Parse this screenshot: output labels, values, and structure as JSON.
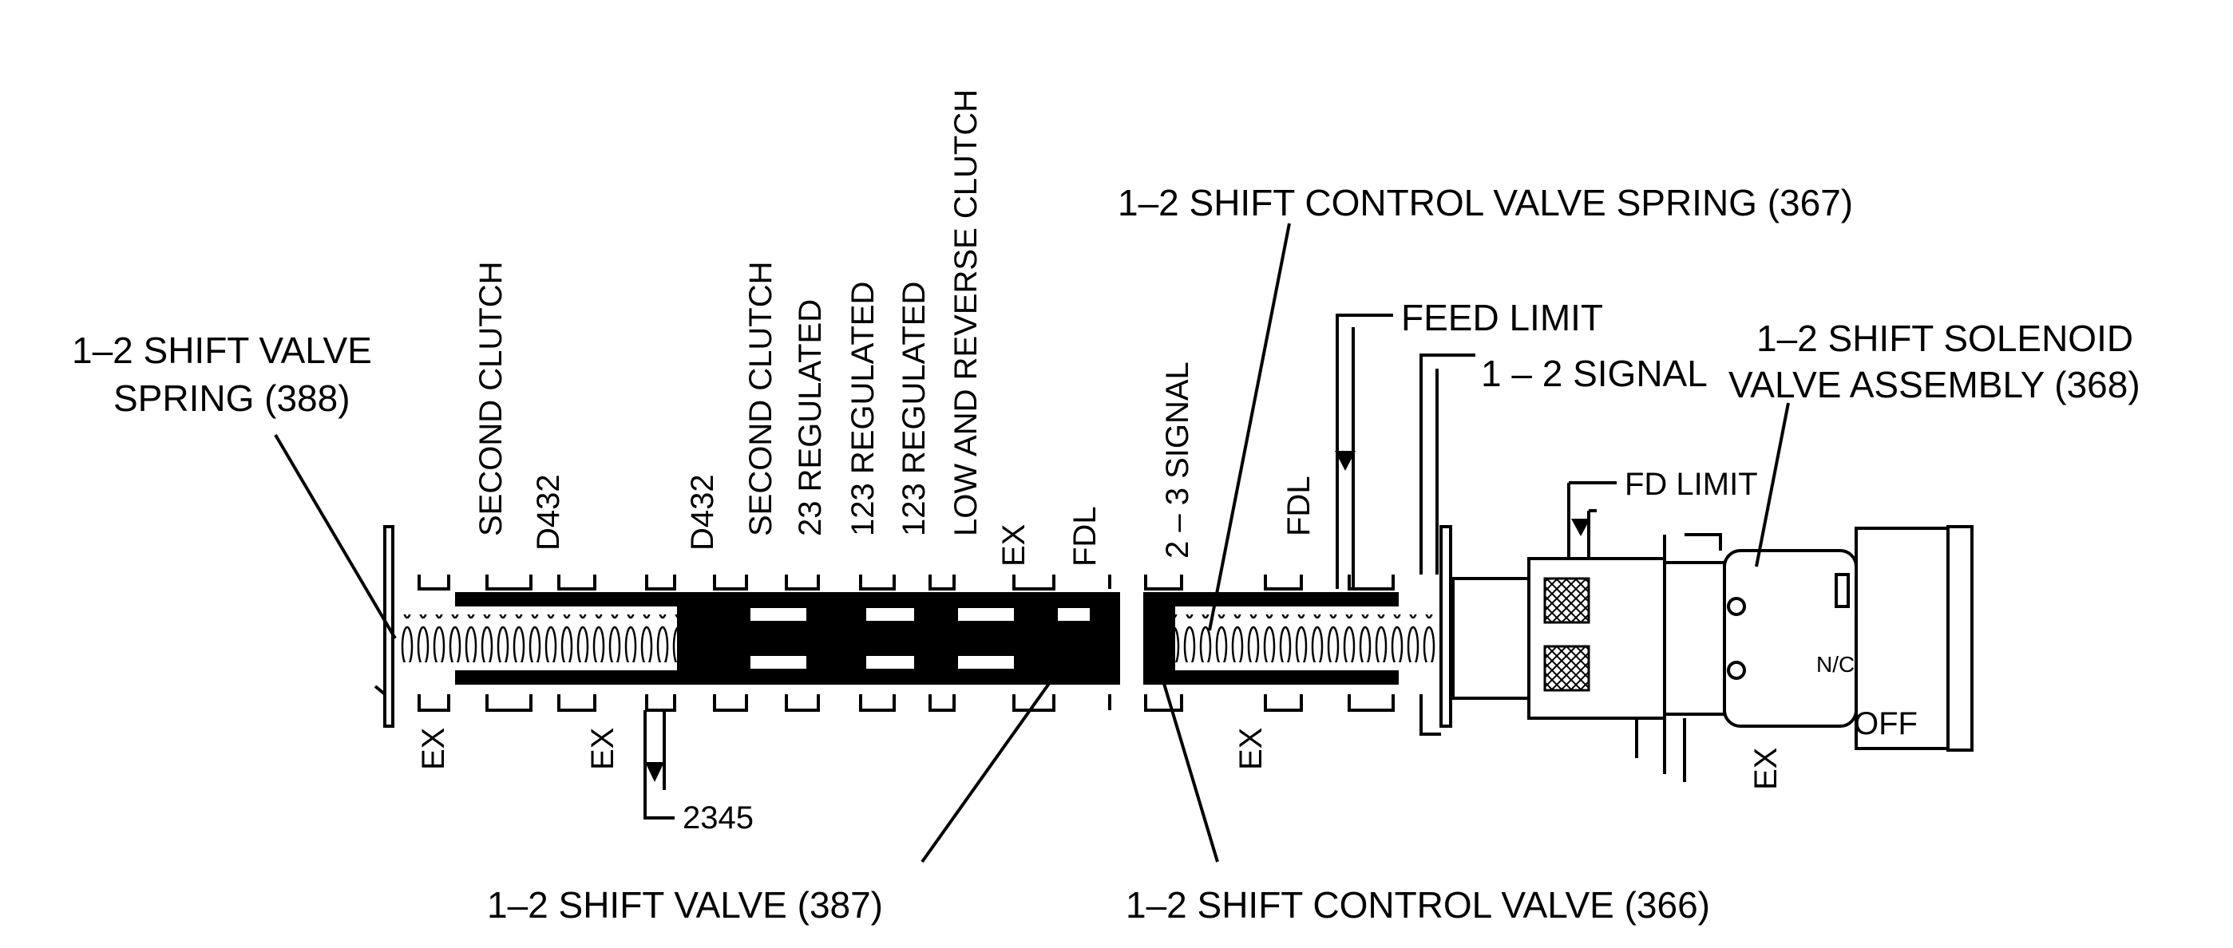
{
  "diagram": {
    "callouts": {
      "shift_valve_spring_line1": "1–2 SHIFT VALVE",
      "shift_valve_spring_line2": "SPRING (388)",
      "shift_valve": "1–2 SHIFT VALVE  (387)",
      "control_valve_spring": "1–2 SHIFT CONTROL VALVE SPRING (367)",
      "control_valve": "1–2 SHIFT CONTROL VALVE (366)",
      "solenoid_line1": "1–2 SHIFT SOLENOID",
      "solenoid_line2": "VALVE ASSEMBLY (368)"
    },
    "top_ports": {
      "second_clutch_1": "SECOND CLUTCH",
      "d432_1": "D432",
      "d432_2": "D432",
      "second_clutch_2": "SECOND CLUTCH",
      "regulated_23": "23 REGULATED",
      "regulated_123_1": "123 REGULATED",
      "regulated_123_2": "123 REGULATED",
      "low_reverse_clutch": "LOW AND REVERSE CLUTCH",
      "ex": "EX",
      "fdl_1": "FDL",
      "signal_23": "2 – 3 SIGNAL",
      "fdl_2": "FDL"
    },
    "side_lines": {
      "feed_limit": "FEED LIMIT",
      "signal_12": "1 – 2 SIGNAL",
      "fd_limit": "FD LIMIT"
    },
    "bottom_ports": {
      "ex_1": "EX",
      "ex_2": "EX",
      "p2345": "2345",
      "ex_3": "EX",
      "ex_4": "EX"
    },
    "solenoid_state": {
      "nc": "N/C",
      "off": "OFF"
    }
  }
}
